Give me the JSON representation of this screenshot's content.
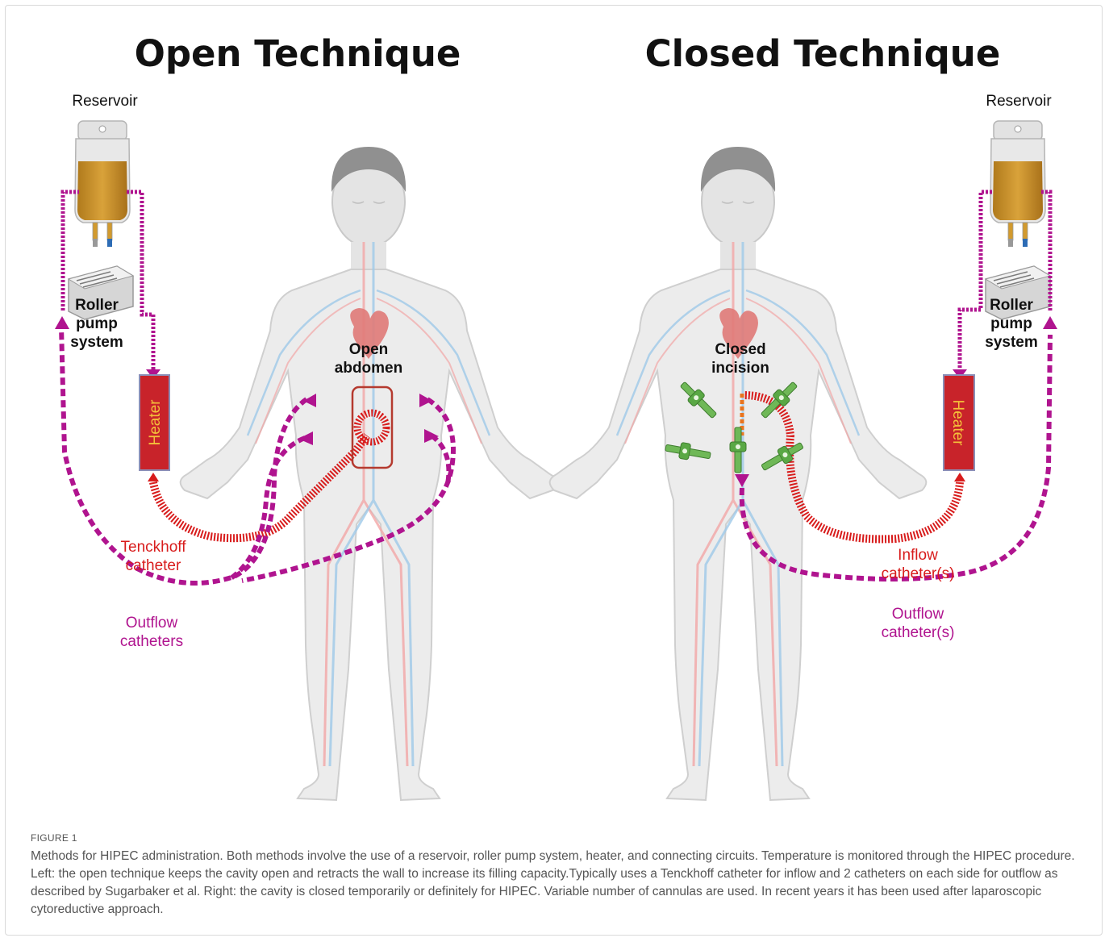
{
  "figure": {
    "left_title": "Open Technique",
    "right_title": "Closed Technique",
    "left": {
      "reservoir": "Reservoir",
      "pump": [
        "Roller",
        "pump",
        "system"
      ],
      "heater": "Heater",
      "cavity": [
        "Open",
        "abdomen"
      ],
      "inflow": [
        "Tenckhoff",
        "catheter"
      ],
      "outflow": [
        "Outflow",
        "catheters"
      ]
    },
    "right": {
      "reservoir": "Reservoir",
      "pump": [
        "Roller",
        "pump",
        "system"
      ],
      "heater": "Heater",
      "cavity": [
        "Closed",
        "incision"
      ],
      "inflow": [
        "Inflow",
        "catheter(s)"
      ],
      "outflow": [
        "Outflow",
        "catheter(s)"
      ]
    },
    "colors": {
      "inflow_red": "#d81c1c",
      "outflow_magenta": "#b0148f",
      "heater_red": "#c8232a",
      "fluid_amber": "#c9942a",
      "trocar_green": "#5aa845"
    }
  },
  "caption": {
    "label": "FIGURE 1",
    "text": "Methods for HIPEC administration. Both methods involve the use of a reservoir, roller pump system, heater, and connecting circuits. Temperature is monitored through the HIPEC procedure. Left: the open technique keeps the cavity open and retracts the wall to increase its filling capacity.Typically uses a Tenckhoff catheter for inflow and 2 catheters on each side for outflow as described by Sugarbaker et al. Right: the cavity is closed temporarily or definitely for HIPEC. Variable number of cannulas are used. In recent years it has been used after laparoscopic cytoreductive approach."
  }
}
